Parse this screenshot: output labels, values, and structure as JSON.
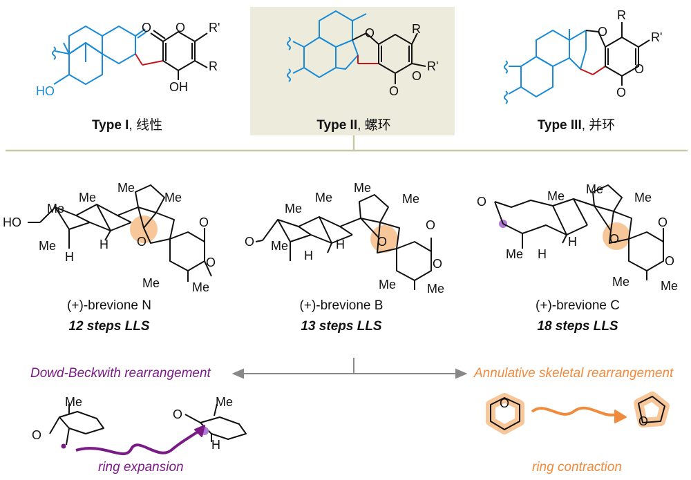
{
  "types": [
    {
      "bold": "Type I",
      "rest": ", 线性"
    },
    {
      "bold": "Type II",
      "rest": ", 螺环"
    },
    {
      "bold": "Type III",
      "rest": ", 并环"
    }
  ],
  "atom_labels": {
    "O": "O",
    "R": "R",
    "Rp": "R'",
    "OH": "OH",
    "HO": "HO",
    "Me": "Me",
    "H": "H"
  },
  "compounds": [
    {
      "name": "(+)-brevione N",
      "steps": "12 steps LLS"
    },
    {
      "name": "(+)-brevione B",
      "steps": "13 steps LLS"
    },
    {
      "name": "(+)-brevione C",
      "steps": "18 steps LLS"
    }
  ],
  "rearrangements": {
    "left": {
      "title": "Dowd-Beckwith rearrangement",
      "caption": "ring expansion"
    },
    "right": {
      "title": "Annulative skeletal rearrangement",
      "caption": "ring contraction"
    }
  },
  "colors": {
    "blue": "#1a8ad6",
    "red": "#c0151b",
    "purple": "#7a1a86",
    "orange": "#f08a3c",
    "orange_glow": "#f7c79a",
    "panel": "#ecebdc",
    "divider": "#c9c8a6",
    "gray": "#888888"
  }
}
